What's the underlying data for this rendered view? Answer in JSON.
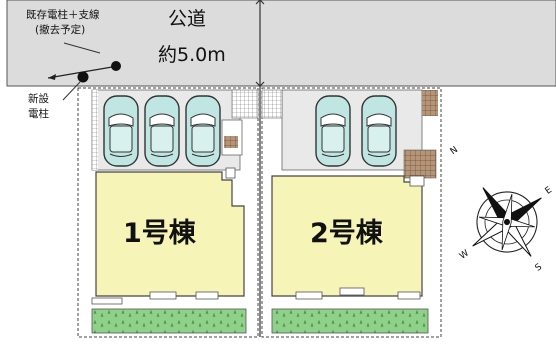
{
  "road": {
    "label": "公道",
    "width": "約5.0m"
  },
  "utility_poles": {
    "existing_line1": "既存電柱＋支線",
    "existing_line2": "(撤去予定)",
    "new_line1": "新設",
    "new_line2": "電柱"
  },
  "buildings": [
    {
      "label": "1号棟"
    },
    {
      "label": "2号棟"
    }
  ],
  "compass": {
    "n": "N",
    "e": "E",
    "s": "S",
    "w": "W"
  },
  "colors": {
    "road": "#dcdcdc",
    "building": "#f6f4b6",
    "lawn": "#8fd18a",
    "paving": "#b59477",
    "parking_floor": "#e9e9e9",
    "car": "#bfe6e2"
  }
}
